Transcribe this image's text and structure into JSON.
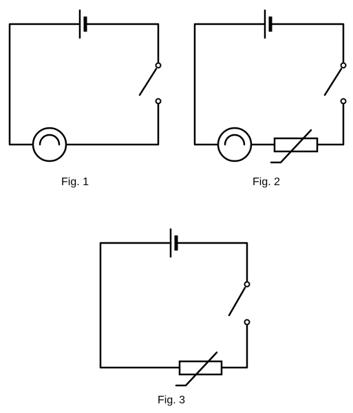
{
  "figures": [
    {
      "caption": "Fig. 1",
      "components": [
        "cell",
        "switch",
        "lamp"
      ]
    },
    {
      "caption": "Fig. 2",
      "components": [
        "cell",
        "switch",
        "lamp",
        "thermistor"
      ]
    },
    {
      "caption": "Fig. 3",
      "components": [
        "cell",
        "switch",
        "thermistor"
      ]
    }
  ]
}
